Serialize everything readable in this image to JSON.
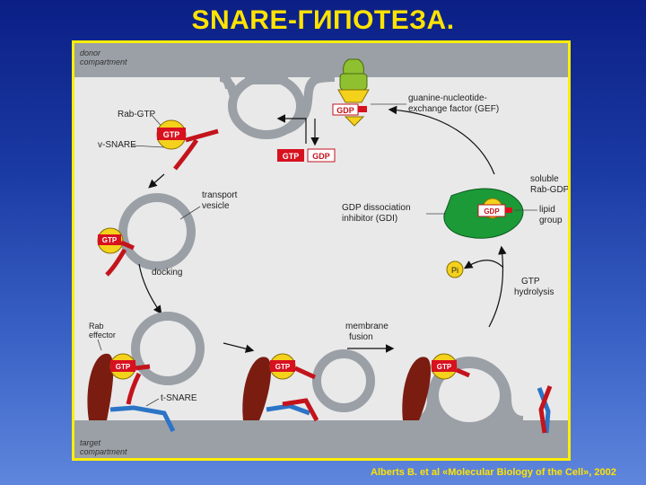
{
  "title": "SNARE-ГИПОТЕЗА.",
  "citation": "Alberts B. et al «Molecular Biology of the Cell», 2002",
  "labels": {
    "donor_compartment": [
      "donor",
      "compartment"
    ],
    "target_compartment": [
      "target",
      "compartment"
    ],
    "rab_gtp": "Rab-GTP",
    "v_snare": "v-SNARE",
    "transport_vesicle": [
      "transport",
      "vesicle"
    ],
    "docking": "docking",
    "rab_effector": [
      "Rab",
      "effector"
    ],
    "t_snare": "t-SNARE",
    "membrane_fusion": [
      "membrane",
      "fusion"
    ],
    "gef": [
      "guanine-nucleotide-",
      "exchange factor (GEF)"
    ],
    "gdi": [
      "GDP dissociation",
      "inhibitor (GDI)"
    ],
    "soluble_rab": [
      "soluble",
      "Rab-GDP"
    ],
    "lipid_group": [
      "lipid",
      "group"
    ],
    "gtp_hydrolysis": [
      "GTP",
      "hydrolysis"
    ],
    "pi": "Pi"
  },
  "badges": {
    "gtp": "GTP",
    "gdp": "GDP"
  },
  "colors": {
    "membrane": "#9aa0a6",
    "inside": "#e9e9ea",
    "rab": "#f4d21c",
    "gtp_badge": "#d8111f",
    "v_snare": "#c3141c",
    "t_snare": "#2b74c6",
    "effector": "#7a1d10",
    "gdi": "#1c9a38",
    "gef": "#8fc030"
  }
}
